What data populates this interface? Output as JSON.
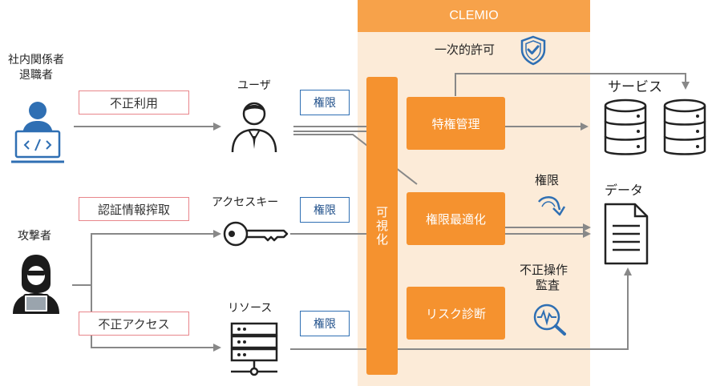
{
  "platform": {
    "title": "CLEMIO",
    "visibility": "可視化"
  },
  "modules": {
    "privilege_mgmt": "特権管理",
    "privilege_opt": "権限最適化",
    "risk_diag": "リスク診断"
  },
  "annotations": {
    "temp_permission": "一次的許可",
    "permission": "権限",
    "audit_line1": "不正操作",
    "audit_line2": "監査"
  },
  "actors": {
    "insider_line1": "社内関係者",
    "insider_line2": "退職者",
    "attacker": "攻撃者"
  },
  "threats": {
    "misuse": "不正利用",
    "credential_theft": "認証情報搾取",
    "unauthorized_access": "不正アクセス"
  },
  "identities": {
    "user": "ユーザ",
    "access_key": "アクセスキー",
    "resource": "リソース",
    "permission_tag": "権限"
  },
  "targets": {
    "services": "サービス",
    "data": "データ"
  },
  "colors": {
    "orange": "#f5922f",
    "panel": "#fcebd8",
    "blue": "#2f6fb3",
    "red": "#e8868b",
    "gray": "#888888"
  }
}
